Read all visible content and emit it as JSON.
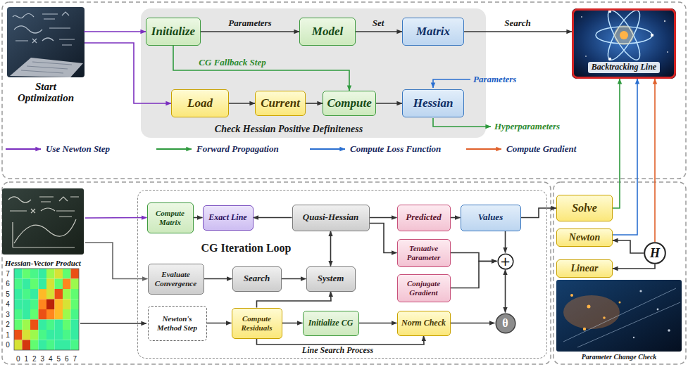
{
  "diagram": {
    "nodes": [
      {
        "text": [
          "Start Optimization"
        ]
      },
      {
        "text": [
          "Check Hessian Positive Definiteness"
        ]
      },
      {
        "text": [
          "Initialize"
        ],
        "in": 1
      },
      {
        "text": [
          "Model"
        ],
        "in": 1
      },
      {
        "text": [
          "Matrix"
        ],
        "in": 1
      },
      {
        "text": [
          "Load"
        ],
        "in": 1
      },
      {
        "text": [
          "Current"
        ],
        "in": 1
      },
      {
        "text": [
          "Compute"
        ],
        "in": 1
      },
      {
        "text": [
          "Hessian"
        ],
        "in": 1
      },
      {
        "text": [
          "Backtracking Line"
        ]
      },
      {
        "text": [
          "Hessian-Vector Product"
        ]
      },
      {
        "text": [
          "CG Iteration Loop",
          "Line Search Process"
        ]
      },
      {
        "text": [
          "Compute Matrix"
        ],
        "in": 11
      },
      {
        "text": [
          "Exact Line"
        ],
        "in": 11
      },
      {
        "text": [
          "Quasi-Hessian"
        ],
        "in": 11
      },
      {
        "text": [
          "Predicted"
        ],
        "in": 11
      },
      {
        "text": [
          "Values"
        ],
        "in": 11
      },
      {
        "text": [
          "Tentative Parameter"
        ],
        "in": 11
      },
      {
        "text": [
          "Evaluate Convergence"
        ],
        "in": 11
      },
      {
        "text": [
          "Search"
        ],
        "in": 11
      },
      {
        "text": [
          "System"
        ],
        "in": 11
      },
      {
        "text": [
          "Conjugate Gradient"
        ],
        "in": 11
      },
      {
        "text": [
          "+"
        ],
        "in": 11
      },
      {
        "text": [
          "Newton's Method Step"
        ],
        "in": 11
      },
      {
        "text": [
          "Compute Residuals"
        ],
        "in": 11
      },
      {
        "text": [
          "Initialize CG"
        ],
        "in": 11
      },
      {
        "text": [
          "Norm Check"
        ],
        "in": 11
      },
      {
        "text": [
          "θ"
        ],
        "in": 11
      },
      {
        "text": [
          "Solve"
        ]
      },
      {
        "text": [
          "Newton"
        ]
      },
      {
        "text": [
          "Linear"
        ]
      },
      {
        "text": [
          "H"
        ]
      },
      {
        "text": [
          "Parameter Change Check"
        ]
      }
    ],
    "edges": [
      {
        "from": 0,
        "to": 2,
        "arrow": "to"
      },
      {
        "from": 0,
        "to": 5,
        "arrow": "to"
      },
      {
        "from": 2,
        "to": 3,
        "arrow": "to",
        "label": "Parameters"
      },
      {
        "from": 3,
        "to": 4,
        "arrow": "to",
        "label": "Set"
      },
      {
        "from": 4,
        "to": 9,
        "arrow": "to",
        "label": "Search"
      },
      {
        "from": 2,
        "to": 7,
        "arrow": "to",
        "label": "CG Fallback Step"
      },
      {
        "from": 5,
        "to": 6,
        "arrow": "to"
      },
      {
        "from": 6,
        "to": 7,
        "arrow": "to"
      },
      {
        "from": 7,
        "to": 8,
        "arrow": "to"
      },
      {
        "from": 28,
        "to": 9,
        "arrow": "to"
      },
      {
        "from": 29,
        "to": 9,
        "arrow": "to"
      },
      {
        "from": 31,
        "to": 9,
        "arrow": "to"
      },
      {
        "from": 10,
        "to": 12,
        "arrow": "to"
      },
      {
        "from": 10,
        "to": 18,
        "arrow": "to"
      },
      {
        "from": 12,
        "to": 13,
        "arrow": "to"
      },
      {
        "from": 14,
        "to": 13,
        "arrow": "to"
      },
      {
        "from": 14,
        "to": 15,
        "arrow": "to"
      },
      {
        "from": 14,
        "to": 17,
        "arrow": "to"
      },
      {
        "from": 14,
        "to": 20,
        "arrow": "both"
      },
      {
        "from": 15,
        "to": 16,
        "arrow": "to"
      },
      {
        "from": 18,
        "to": 19,
        "arrow": "to"
      },
      {
        "from": 19,
        "to": 20,
        "arrow": "to"
      },
      {
        "from": 16,
        "to": 22,
        "arrow": "to"
      },
      {
        "from": 17,
        "to": 22,
        "arrow": "to"
      },
      {
        "from": 21,
        "to": 22,
        "arrow": "to"
      },
      {
        "from": 22,
        "to": 27,
        "arrow": "both"
      },
      {
        "from": 16,
        "to": 28,
        "arrow": "to"
      },
      {
        "from": 23,
        "to": 24,
        "arrow": "to"
      },
      {
        "from": 24,
        "to": 25,
        "arrow": "to"
      },
      {
        "from": 25,
        "to": 26,
        "arrow": "to"
      },
      {
        "from": 26,
        "to": 27,
        "arrow": "to"
      },
      {
        "from": 24,
        "to": 26,
        "arrow": "to"
      },
      {
        "from": 24,
        "to": 20,
        "arrow": "to"
      },
      {
        "from": 31,
        "to": 29,
        "arrow": "to"
      },
      {
        "from": 31,
        "to": 30,
        "arrow": "to"
      }
    ],
    "labels": [
      "Parameters",
      "Hyperparameters",
      "7",
      "6",
      "5",
      "4",
      "3",
      "2",
      "1",
      "0",
      "0",
      "1",
      "2",
      "3",
      "4",
      "5",
      "6",
      "7"
    ],
    "legend": [
      {
        "text": "Use Newton Step"
      },
      {
        "text": "Forward Propagation"
      },
      {
        "text": "Compute Loss Function"
      },
      {
        "text": "Compute Gradient"
      }
    ]
  }
}
